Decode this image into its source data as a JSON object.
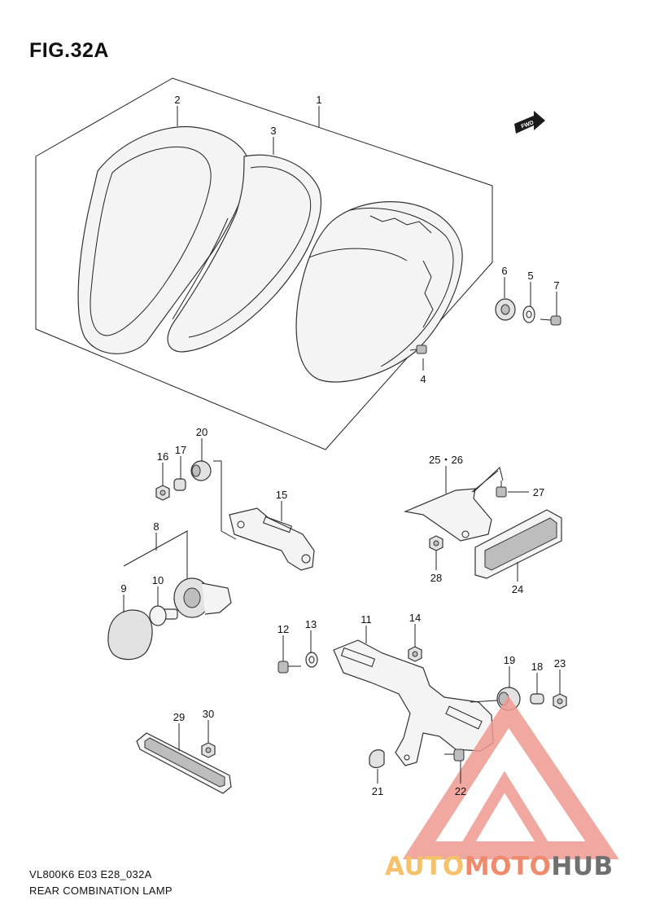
{
  "figure": {
    "title": "FIG.32A",
    "code": "VL800K6 E03 E28_032A",
    "name": "REAR COMBINATION LAMP"
  },
  "watermark": {
    "part1": "AUTO",
    "part2": "MOTO",
    "part3": "HUB",
    "colors": {
      "auto": "#f5c26b",
      "moto": "#f08a6d",
      "hub": "#707070"
    }
  },
  "fwd_label": "FWD",
  "callouts": {
    "c1": "1",
    "c2": "2",
    "c3": "3",
    "c4": "4",
    "c5": "5",
    "c6": "6",
    "c7": "7",
    "c8": "8",
    "c9": "9",
    "c10": "10",
    "c11": "11",
    "c12": "12",
    "c13": "13",
    "c14": "14",
    "c15": "15",
    "c16": "16",
    "c17": "17",
    "c18": "18",
    "c19": "19",
    "c20": "20",
    "c21": "21",
    "c22": "22",
    "c23": "23",
    "c24": "24",
    "c25_26": "25・26",
    "c27": "27",
    "c28": "28",
    "c29": "29",
    "c30": "30"
  }
}
